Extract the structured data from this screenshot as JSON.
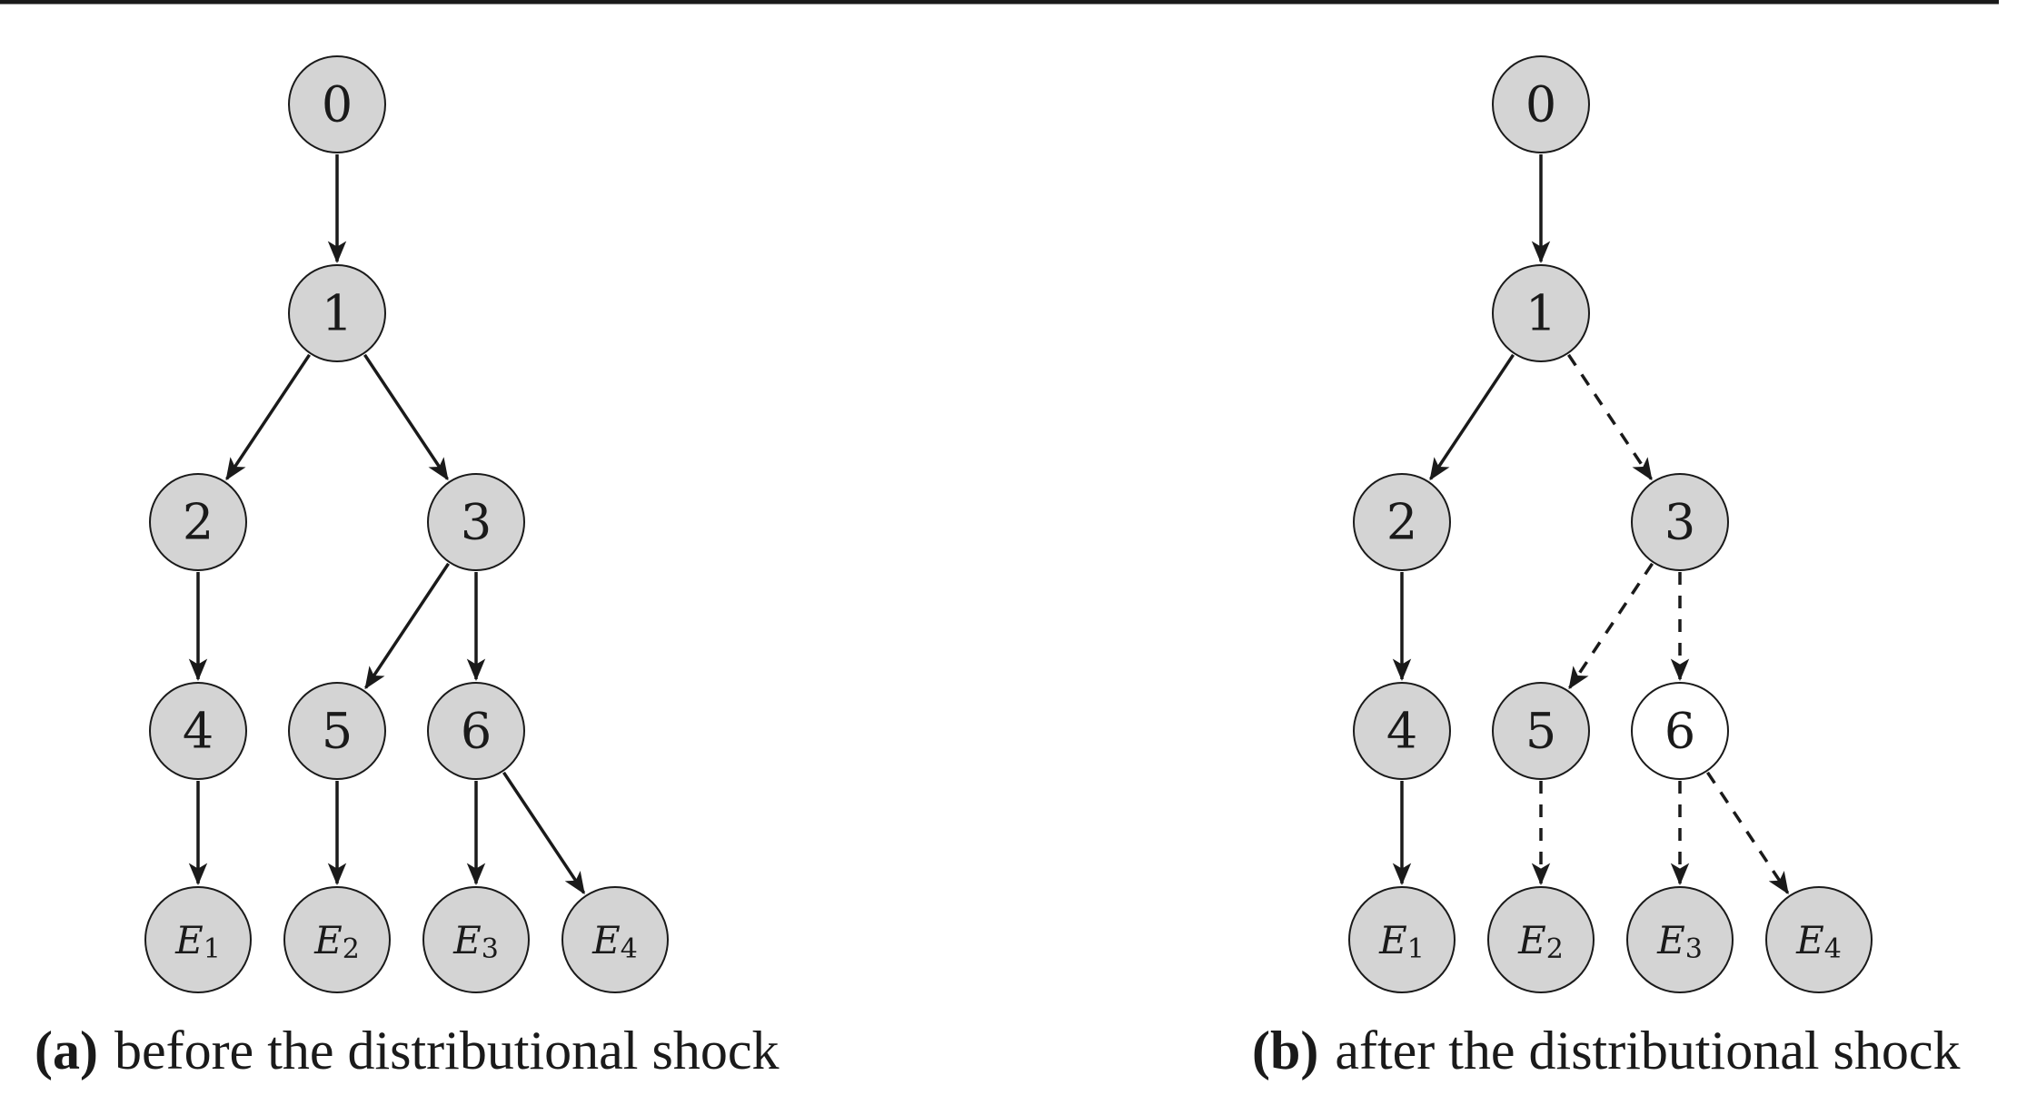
{
  "panels": [
    {
      "letter": "(a)",
      "caption": "before the distributional shock",
      "nodes": [
        {
          "id": "0",
          "label": "0",
          "fill": "#d4d4d4"
        },
        {
          "id": "1",
          "label": "1",
          "fill": "#d4d4d4"
        },
        {
          "id": "2",
          "label": "2",
          "fill": "#d4d4d4"
        },
        {
          "id": "3",
          "label": "3",
          "fill": "#d4d4d4"
        },
        {
          "id": "4",
          "label": "4",
          "fill": "#d4d4d4"
        },
        {
          "id": "5",
          "label": "5",
          "fill": "#d4d4d4"
        },
        {
          "id": "6",
          "label": "6",
          "fill": "#d4d4d4"
        },
        {
          "id": "E1",
          "label": "E",
          "subscript": "1",
          "fill": "#d4d4d4"
        },
        {
          "id": "E2",
          "label": "E",
          "subscript": "2",
          "fill": "#d4d4d4"
        },
        {
          "id": "E3",
          "label": "E",
          "subscript": "3",
          "fill": "#d4d4d4"
        },
        {
          "id": "E4",
          "label": "E",
          "subscript": "4",
          "fill": "#d4d4d4"
        }
      ],
      "edges": [
        {
          "from": "0",
          "to": "1",
          "style": "solid"
        },
        {
          "from": "1",
          "to": "2",
          "style": "solid"
        },
        {
          "from": "1",
          "to": "3",
          "style": "solid"
        },
        {
          "from": "2",
          "to": "4",
          "style": "solid"
        },
        {
          "from": "3",
          "to": "5",
          "style": "solid"
        },
        {
          "from": "3",
          "to": "6",
          "style": "solid"
        },
        {
          "from": "4",
          "to": "E1",
          "style": "solid"
        },
        {
          "from": "5",
          "to": "E2",
          "style": "solid"
        },
        {
          "from": "6",
          "to": "E3",
          "style": "solid"
        },
        {
          "from": "6",
          "to": "E4",
          "style": "solid"
        }
      ]
    },
    {
      "letter": "(b)",
      "caption": "after the distributional shock",
      "nodes": [
        {
          "id": "0",
          "label": "0",
          "fill": "#d4d4d4"
        },
        {
          "id": "1",
          "label": "1",
          "fill": "#d4d4d4"
        },
        {
          "id": "2",
          "label": "2",
          "fill": "#d4d4d4"
        },
        {
          "id": "3",
          "label": "3",
          "fill": "#d4d4d4"
        },
        {
          "id": "4",
          "label": "4",
          "fill": "#d4d4d4"
        },
        {
          "id": "5",
          "label": "5",
          "fill": "#d4d4d4"
        },
        {
          "id": "6",
          "label": "6",
          "fill": "#ffffff"
        },
        {
          "id": "E1",
          "label": "E",
          "subscript": "1",
          "fill": "#d4d4d4"
        },
        {
          "id": "E2",
          "label": "E",
          "subscript": "2",
          "fill": "#d4d4d4"
        },
        {
          "id": "E3",
          "label": "E",
          "subscript": "3",
          "fill": "#d4d4d4"
        },
        {
          "id": "E4",
          "label": "E",
          "subscript": "4",
          "fill": "#d4d4d4"
        }
      ],
      "edges": [
        {
          "from": "0",
          "to": "1",
          "style": "solid"
        },
        {
          "from": "1",
          "to": "2",
          "style": "solid"
        },
        {
          "from": "1",
          "to": "3",
          "style": "dashed"
        },
        {
          "from": "2",
          "to": "4",
          "style": "solid"
        },
        {
          "from": "3",
          "to": "5",
          "style": "dashed"
        },
        {
          "from": "3",
          "to": "6",
          "style": "dashed"
        },
        {
          "from": "4",
          "to": "E1",
          "style": "solid"
        },
        {
          "from": "5",
          "to": "E2",
          "style": "dashed"
        },
        {
          "from": "6",
          "to": "E3",
          "style": "dashed"
        },
        {
          "from": "6",
          "to": "E4",
          "style": "dashed"
        }
      ]
    }
  ],
  "colors": {
    "stroke": "#1a1a1a",
    "top_rule": "#1a1a1a"
  }
}
